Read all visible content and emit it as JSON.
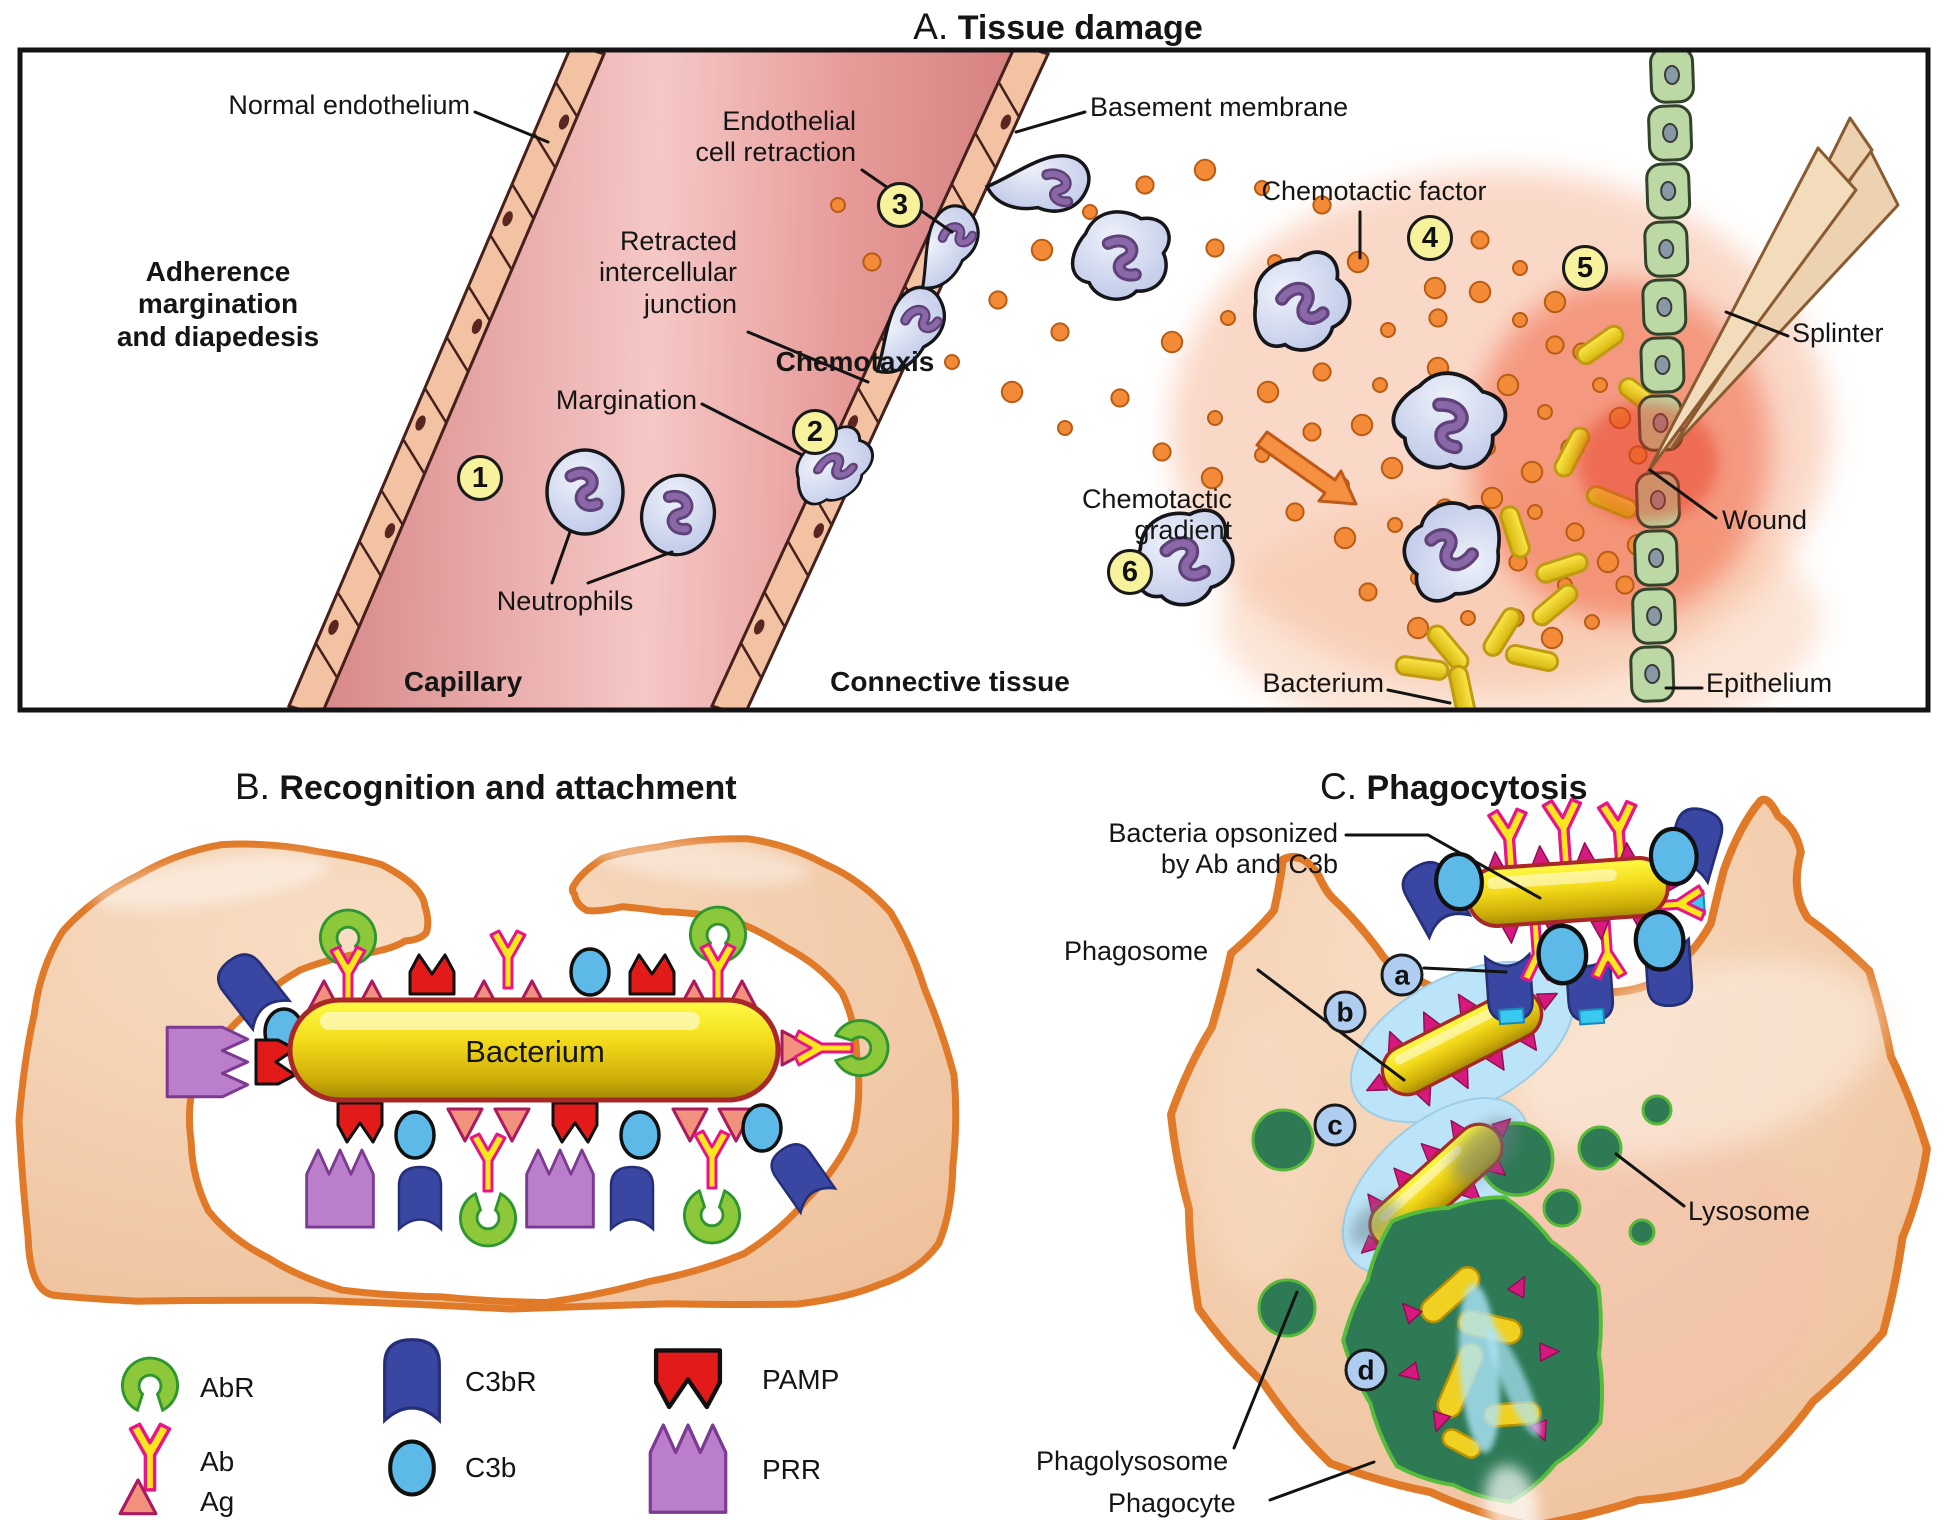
{
  "figure": {
    "panel_a": {
      "title_prefix": "A.",
      "title": "Tissue damage",
      "labels": {
        "normal_endothelium": "Normal endothelium",
        "adherence": "Adherence\nmargination\nand diapedesis",
        "endothelial_retraction": "Endothelial\ncell retraction",
        "retracted_junction": "Retracted\nintercellular\njunction",
        "margination": "Margination",
        "chemotaxis": "Chemotaxis",
        "neutrophils": "Neutrophils",
        "capillary": "Capillary",
        "connective_tissue": "Connective tissue",
        "basement_membrane": "Basement membrane",
        "chemotactic_factor": "Chemotactic factor",
        "chemotactic_gradient": "Chemotactic\ngradient",
        "splinter": "Splinter",
        "wound": "Wound",
        "bacterium": "Bacterium",
        "epithelium": "Epithelium"
      },
      "steps": [
        "1",
        "2",
        "3",
        "4",
        "5",
        "6"
      ]
    },
    "panel_b": {
      "title_prefix": "B.",
      "title": "Recognition and attachment",
      "bacterium": "Bacterium",
      "legend": [
        {
          "label": "AbR"
        },
        {
          "label": "Ab"
        },
        {
          "label": "Ag"
        },
        {
          "label": "C3bR"
        },
        {
          "label": "C3b"
        },
        {
          "label": "PAMP"
        },
        {
          "label": "PRR"
        }
      ]
    },
    "panel_c": {
      "title_prefix": "C.",
      "title": "Phagocytosis",
      "labels": {
        "bacteria_opsonized": "Bacteria opsonized\nby Ab and C3b",
        "phagosome": "Phagosome",
        "lysosome": "Lysosome",
        "phagolysosome": "Phagolysosome",
        "phagocyte": "Phagocyte"
      },
      "steps": [
        "a",
        "b",
        "c",
        "d"
      ]
    },
    "colors": {
      "bacterium_yellow": "#f5d820",
      "phagocyte_membrane_orange": "#e07a28",
      "lysosome_green": "#2e7a55",
      "chemotactic_factor_orange": "#f28a38",
      "neutrophil_blue": "#c6cfec",
      "epithelium_green": "#bcd8a4",
      "step_circle_yellow": "#f7f29c",
      "step_circle_blue": "#aecdf0",
      "capillary_pink": "#f5c8c6"
    }
  }
}
